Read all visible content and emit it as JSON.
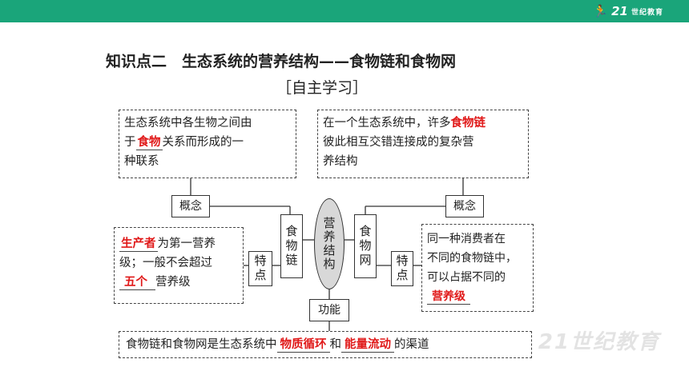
{
  "header": {
    "logo_number": "21",
    "logo_text": "世纪教育"
  },
  "title": "知识点二　生态系统的营养结构——食物链和食物网",
  "subtitle": "［自主学习］",
  "center": {
    "oval": "营养结构",
    "food_chain": "食物链",
    "food_web": "食物网",
    "function": "功能"
  },
  "left": {
    "concept_label": "概念",
    "concept_text_1": "生态系统中各生物之间由",
    "concept_text_2a": "于",
    "concept_blank": "食物",
    "concept_text_2b": "关系而形成的一",
    "concept_text_3": "种联系",
    "feature_label": "特点",
    "feature_blank_1": "生产者",
    "feature_text_1": "为第一营养",
    "feature_text_2": "级；一般不会超过",
    "feature_blank_2": "五个",
    "feature_text_3": "营养级"
  },
  "right": {
    "concept_label": "概念",
    "concept_text_1a": "在一个生态系统中，许多",
    "concept_blank": "食物链",
    "concept_text_2": "彼此相互交错连接成的复杂营",
    "concept_text_3": "养结构",
    "feature_label": "特点",
    "feature_text_1": "同一种消费者在",
    "feature_text_2": "不同的食物链中，",
    "feature_text_3": "可以占据不同的",
    "feature_blank": "营养级"
  },
  "bottom": {
    "text_1": "食物链和食物网是生态系统中",
    "blank_1": "物质循环",
    "text_2": "和",
    "blank_2": "能量流动",
    "text_3": "的渠道"
  },
  "watermark": "21世纪教育"
}
